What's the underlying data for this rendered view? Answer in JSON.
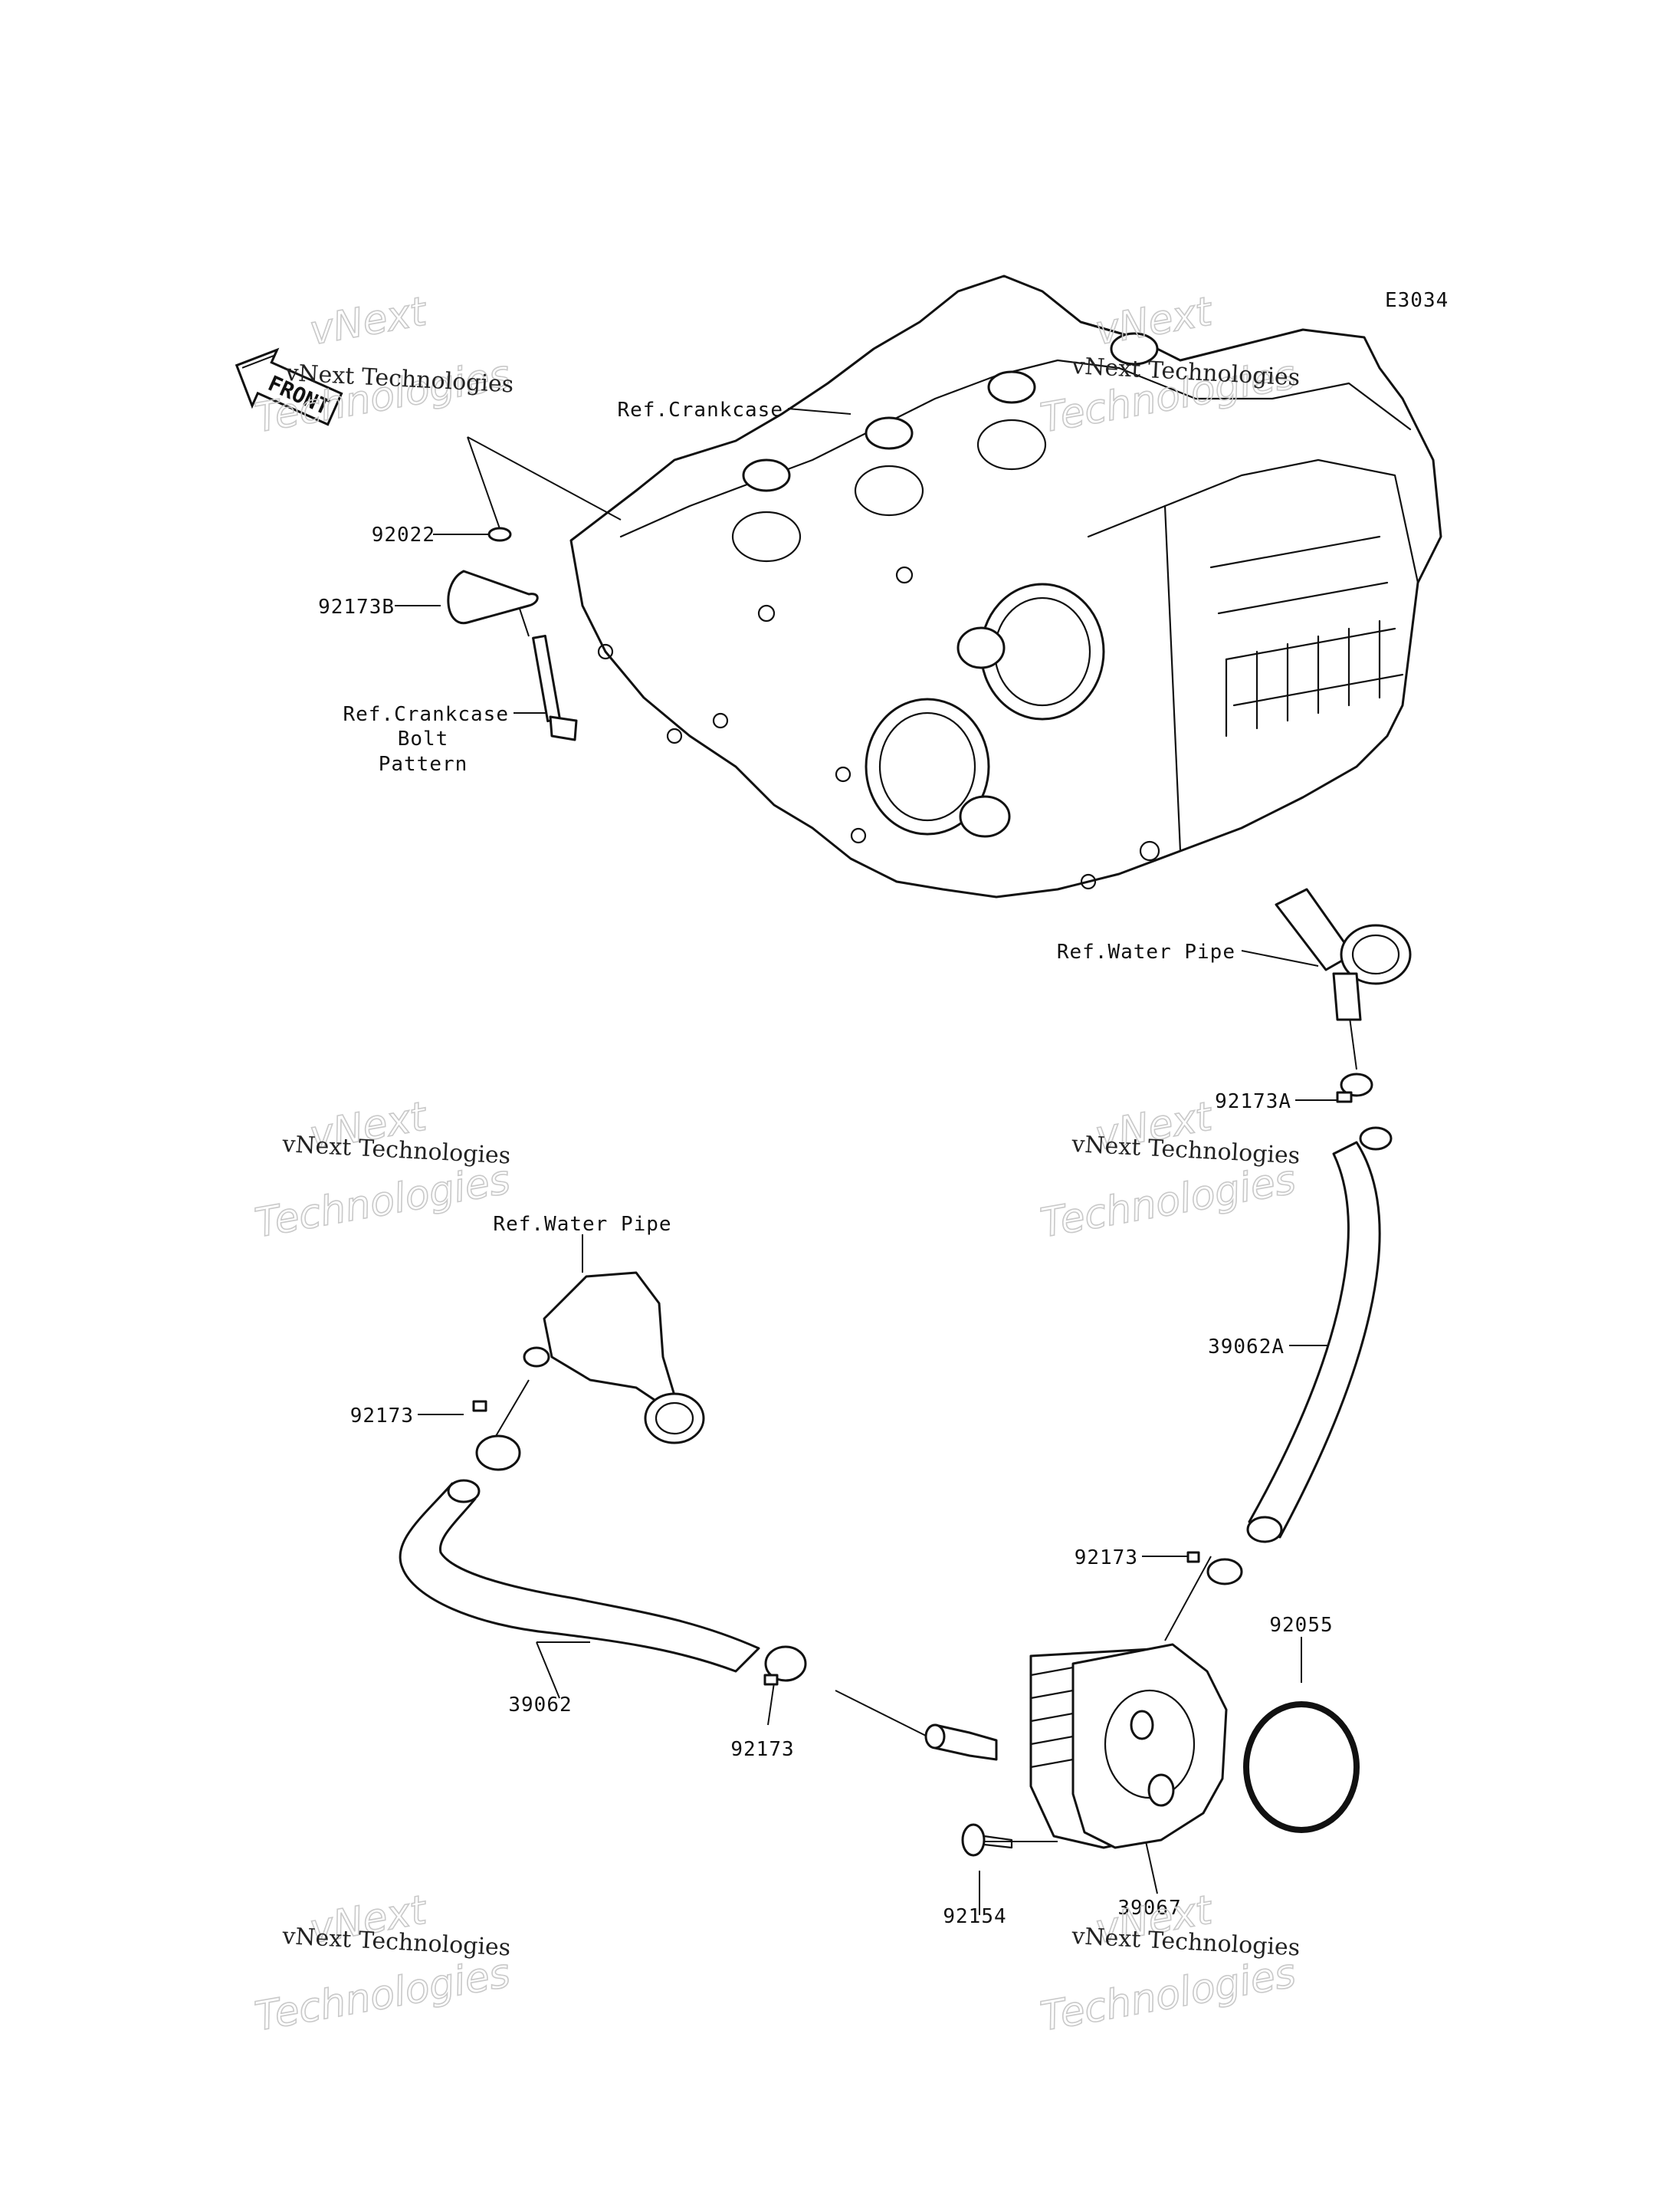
{
  "diagram_code": "E3034",
  "front_label": "FRONT",
  "labels": {
    "ref_crankcase": "Ref.Crankcase",
    "p92022": "92022",
    "p92173B": "92173B",
    "ref_bolt_1": "Ref.Crankcase",
    "ref_bolt_2": "Bolt",
    "ref_bolt_3": "Pattern",
    "ref_water_pipe_right": "Ref.Water Pipe",
    "p92173A": "92173A",
    "p39062A": "39062A",
    "ref_water_pipe_left": "Ref.Water Pipe",
    "p92173_left": "92173",
    "p39062": "39062",
    "p92173_mid": "92173",
    "p92173_right": "92173",
    "p92055": "92055",
    "p92154": "92154",
    "p39067": "39067"
  },
  "watermark": {
    "line1": "vNext Technologies",
    "line2": "vNext",
    "line3": "Technologies"
  }
}
